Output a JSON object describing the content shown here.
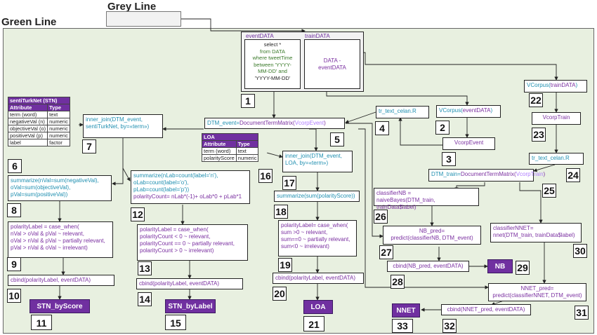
{
  "titles": {
    "grey_line": "Grey Line",
    "green_line": "Green Line"
  },
  "event_data": {
    "label": "eventDATA",
    "sql": [
      "select *",
      "from DATA",
      "where tweetTime",
      "between 'YYYY-",
      "MM-DD' and",
      "'YYYY-MM-DD'"
    ]
  },
  "train_data": {
    "label": "trainDATA",
    "text": [
      "DATA -",
      "eventDATA"
    ]
  },
  "stn_table": {
    "title": "sentiTurkNet (STN)",
    "headers": [
      "Attribute",
      "Type"
    ],
    "rows": [
      [
        "term (word)",
        "text"
      ],
      [
        "negativeVal (n)",
        "numeric"
      ],
      [
        "objectiveVal (o)",
        "numeric"
      ],
      [
        "positiveVal (p)",
        "numeric"
      ],
      [
        "label",
        "factor"
      ]
    ]
  },
  "loa_table": {
    "title": "LOA",
    "headers": [
      "Attribute",
      "Type"
    ],
    "rows": [
      [
        "term (word)",
        "text"
      ],
      [
        "polarityScore",
        "numeric"
      ]
    ]
  },
  "boxes": {
    "b4": "tr_text_celan.R",
    "b2": "VCorpus(eventDATA)",
    "b3": "VcorpEvent",
    "b22": "VCorpus(trainDATA)",
    "b23": "VcorpTrain",
    "b24": "tr_text_celan.R",
    "b5": [
      "DTM_event=",
      "DocumentTermMatrix(",
      "VcorpEvent",
      ")"
    ],
    "b25": [
      "DTM_train=",
      "DocumentTermMatrix(",
      "VcorpTrain",
      ")"
    ],
    "b7": [
      "inner_join(DTM_event,",
      "sentiTurkNet, by=«term»)"
    ],
    "b17": [
      "inner_join(DTM_event,",
      "LOA, by=«term»)"
    ],
    "b8": [
      "summarize(nVal=sum(negativeVal),",
      "oVal=sum(objectiveVal),",
      "pVal=sum(positiveVal))"
    ],
    "b12": [
      "summarize(nLab=count(label='n'),",
      "oLab=count(label='o'),",
      "pLab=count(label='p'))",
      "polarityCount= nLab*(-1)+ oLab*0 + pLab*1"
    ],
    "b18": "summarize(sum(polarityScore))",
    "b26": [
      "classifierNB =",
      "naiveBayes(DTM_train, trainData$label)"
    ],
    "b27": [
      "NB_pred=",
      "predict(classifierNB, DTM_event)"
    ],
    "b30": [
      "classifierNNET=",
      "nnet(DTM_train, trainData$label)"
    ],
    "b9": [
      "polarityLabel = case_when(",
      "nVal > oVal & pVal ~ relevant,",
      "oVal > nVal & pVal ~ partially relevant,",
      "pVal > nVal & oVal ~ irrelevant)"
    ],
    "b13": [
      "polarityLabel = case_when(",
      "polarityCount < 0 ~ relevant,",
      "polarityCount == 0 ~ partially relevant,",
      "polarityCount > 0 ~ irrelevant)"
    ],
    "b19": [
      "polarityLabel=  case_when(",
      "sum >0 ~ relevant,",
      "sum==0 ~ partially relevant,",
      "sum<0 ~ irrelevant)"
    ],
    "b10": "cbind(polarityLabel, eventDATA)",
    "b14": "cbind(polarityLabel, eventDATA)",
    "b20": "cbind(polarityLabel, eventDATA)",
    "b28": "cbind(NB_pred, eventDATA)",
    "b31": [
      "NNET_pred=",
      "predict(classifierNNET, DTM_event)"
    ],
    "b32": "cbind(NNET_pred, eventDATA)"
  },
  "outputs": {
    "stn_score": "STN_byScore",
    "stn_label": "STN_byLabel",
    "loa": "LOA",
    "nb": "NB",
    "nnet": "NNET"
  },
  "numbers": {
    "n1": "1",
    "n2": "2",
    "n3": "3",
    "n4": "4",
    "n5": "5",
    "n6": "6",
    "n7": "7",
    "n8": "8",
    "n9": "9",
    "n10": "10",
    "n11": "11",
    "n12": "12",
    "n13": "13",
    "n14": "14",
    "n15": "15",
    "n16": "16",
    "n17": "17",
    "n18": "18",
    "n19": "19",
    "n20": "20",
    "n21": "21",
    "n22": "22",
    "n23": "23",
    "n24": "24",
    "n25": "25",
    "n26": "26",
    "n27": "27",
    "n28": "28",
    "n29": "29",
    "n30": "30",
    "n31": "31",
    "n32": "32",
    "n33": "33"
  },
  "colors": {
    "purple": "#7030a0",
    "cyan": "#1f8fb0",
    "green_panel": "#e8f0e0",
    "grey_panel": "#f2f2f2"
  }
}
